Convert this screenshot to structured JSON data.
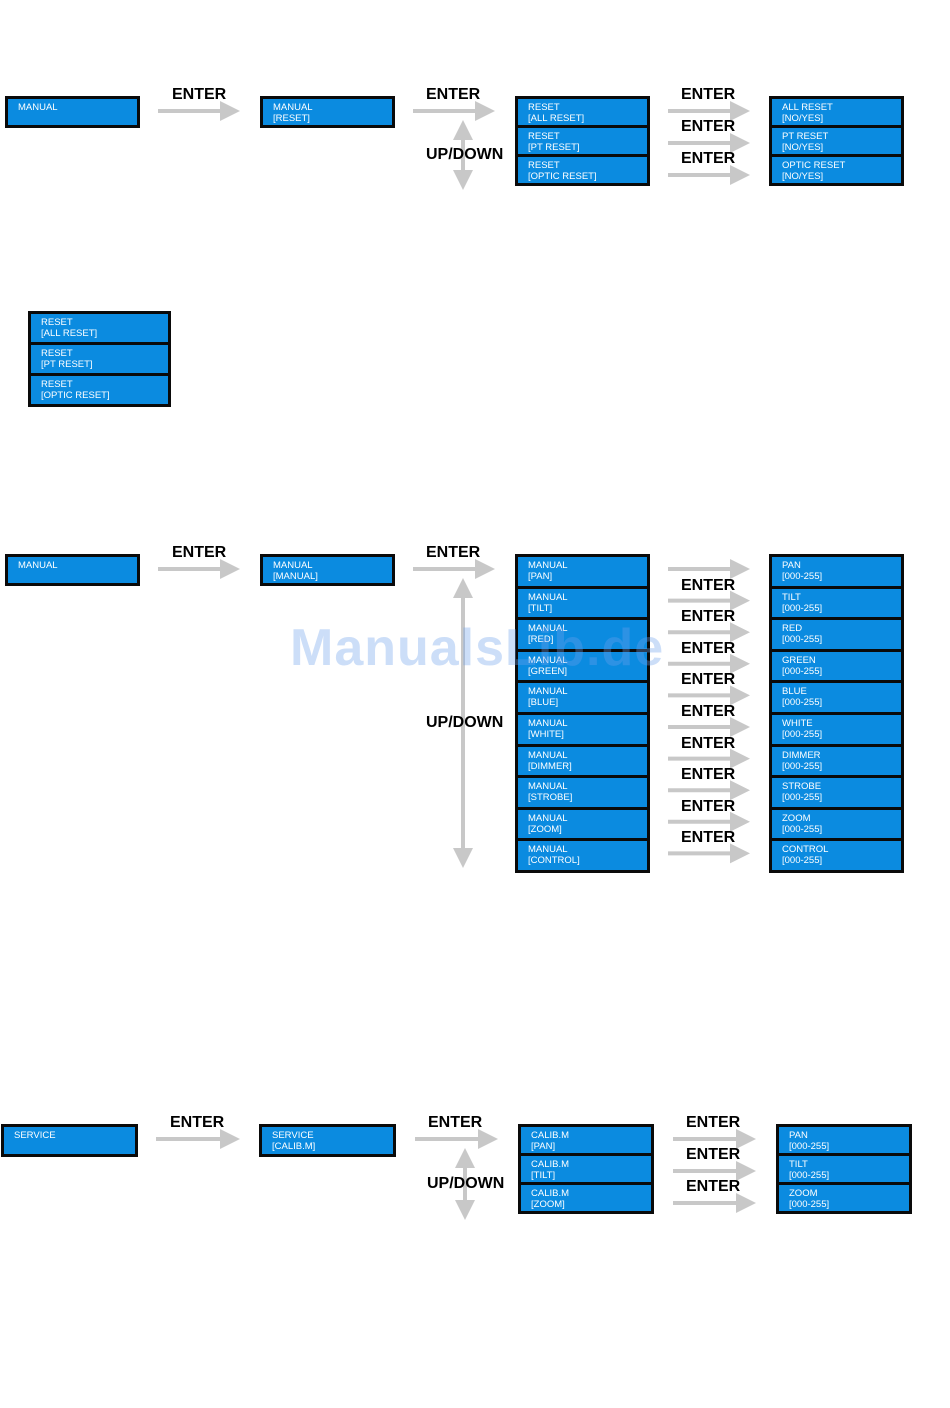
{
  "labels": {
    "enter": "ENTER",
    "updown": "UP/DOWN"
  },
  "colors": {
    "lcd_background": "#0b8be0",
    "lcd_border": "#0a0a0a",
    "arrow": "#c8c8c8"
  },
  "section_reset": {
    "start": [
      "MANUAL"
    ],
    "menu": [
      "MANUAL",
      "[RESET]"
    ],
    "options": [
      [
        "RESET",
        "[ALL RESET]"
      ],
      [
        "RESET",
        "[PT RESET]"
      ],
      [
        "RESET",
        "[OPTIC RESET]"
      ]
    ],
    "confirm": [
      [
        "ALL RESET",
        "[NO/YES]"
      ],
      [
        "PT RESET",
        "[NO/YES]"
      ],
      [
        "OPTIC RESET",
        "[NO/YES]"
      ]
    ]
  },
  "section_reset_standalone": {
    "options": [
      [
        "RESET",
        "[ALL RESET]"
      ],
      [
        "RESET",
        "[PT RESET]"
      ],
      [
        "RESET",
        "[OPTIC RESET]"
      ]
    ]
  },
  "section_manual": {
    "start": [
      "MANUAL"
    ],
    "menu": [
      "MANUAL",
      "[MANUAL]"
    ],
    "options": [
      [
        "MANUAL",
        "[PAN]"
      ],
      [
        "MANUAL",
        "[TILT]"
      ],
      [
        "MANUAL",
        "[RED]"
      ],
      [
        "MANUAL",
        "[GREEN]"
      ],
      [
        "MANUAL",
        "[BLUE]"
      ],
      [
        "MANUAL",
        "[WHITE]"
      ],
      [
        "MANUAL",
        "[DIMMER]"
      ],
      [
        "MANUAL",
        "[STROBE]"
      ],
      [
        "MANUAL",
        "[ZOOM]"
      ],
      [
        "MANUAL",
        "[CONTROL]"
      ]
    ],
    "values": [
      [
        "PAN",
        "[000-255]"
      ],
      [
        "TILT",
        "[000-255]"
      ],
      [
        "RED",
        "[000-255]"
      ],
      [
        "GREEN",
        "[000-255]"
      ],
      [
        "BLUE",
        "[000-255]"
      ],
      [
        "WHITE",
        "[000-255]"
      ],
      [
        "DIMMER",
        "[000-255]"
      ],
      [
        "STROBE",
        "[000-255]"
      ],
      [
        "ZOOM",
        "[000-255]"
      ],
      [
        "CONTROL",
        "[000-255]"
      ]
    ]
  },
  "section_service": {
    "start": [
      "SERVICE"
    ],
    "menu": [
      "SERVICE",
      "[CALIB.M]"
    ],
    "options": [
      [
        "CALIB.M",
        "[PAN]"
      ],
      [
        "CALIB.M",
        "[TILT]"
      ],
      [
        "CALIB.M",
        "[ZOOM]"
      ]
    ],
    "values": [
      [
        "PAN",
        "[000-255]"
      ],
      [
        "TILT",
        "[000-255]"
      ],
      [
        "ZOOM",
        "[000-255]"
      ]
    ]
  },
  "watermark": "ManualsLib.de"
}
